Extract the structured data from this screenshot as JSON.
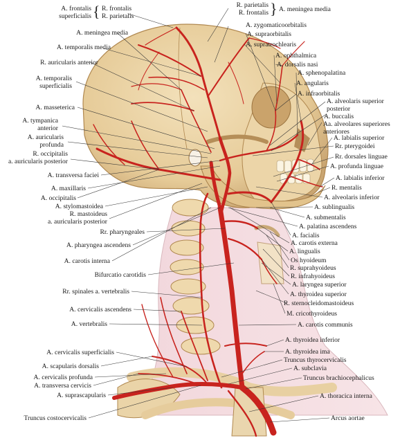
{
  "labels": {
    "a_frontalis": "A. frontalis",
    "superficialis": "superficialis",
    "r_frontalis": "R. frontalis",
    "r_parietalis": "R. parietalis",
    "mm_r_parietalis": "R. parietalis",
    "mm_r_frontalis": "R. frontalis",
    "a_meningea_media_top": "A. meningea media",
    "a_meningea_media": "A. meningea media",
    "a_zygomaticoorbitalis": "A. zygomaticoorbitalis",
    "a_temporalis_media": "A. temporalis media",
    "a_supraorbitalis": "A. supraorbitalis",
    "a_supratrochlearis": "A. supratrochlearis",
    "r_auricularis_anterior": "R. auricularis anterior",
    "a_ophthalmica": "A. ophthalmica",
    "a_dorsalis_nasi": "A. dorsalis nasi",
    "a_temporalis_superficialis_1": "A. temporalis",
    "a_temporalis_superficialis_2": "superficialis",
    "a_sphenopalatina": "A. sphenopalatina",
    "a_angularis": "A. angularis",
    "a_infraorbitalis": "A. infraorbitalis",
    "a_masseterica": "A. masseterica",
    "a_alveolaris_superior_posterior_1": "A. alveolaris superior",
    "a_alveolaris_superior_posterior_2": "posterior",
    "a_tympanica_anterior_1": "A. tympanica",
    "a_tympanica_anterior_2": "anterior",
    "a_buccalis": "A. buccalis",
    "aa_alveolares_superiores_anteriores_1": "Aa. alveolares superiores",
    "aa_alveolares_superiores_anteriores_2": "anteriores",
    "a_auricularis_profunda_1": "A. auricularis",
    "a_auricularis_profunda_2": "profunda",
    "a_labialis_superior": "A. labialis superior",
    "rr_pterygoidei": "Rr. pterygoidei",
    "r_occipitalis_1": "R. occipitalis",
    "r_occipitalis_2": "a. auricularis posterior",
    "rr_dorsales_linguae": "Rr. dorsales linguae",
    "a_profunda_linguae": "A. profunda linguae",
    "a_transversa_faciei": "A. transversa faciei",
    "a_labialis_inferior": "A. labialis inferior",
    "r_mentalis": "R. mentalis",
    "a_maxillaris": "A. maxillaris",
    "a_alveolaris_inferior": "A. alveolaris inferior",
    "a_occipitalis": "A. occipitalis",
    "a_sublingualis": "A. sublingualis",
    "a_stylomastoidea": "A. stylomastoidea",
    "r_mastoideus_1": "R. mastoideus",
    "r_mastoideus_2": "a. auricularis posterior",
    "a_submentalis": "A. submentalis",
    "a_palatina_ascendens": "A. palatina ascendens",
    "rr_pharyngeales": "Rr. pharyngeales",
    "a_facialis": "A. facialis",
    "a_pharyngea_ascendens": "A. pharyngea ascendens",
    "a_carotis_externa": "A. carotis externa",
    "a_lingualis": "A. lingualis",
    "a_carotis_interna": "A. carotis interna",
    "os_hyoideum": "Os hyoideum",
    "r_suprahyoideus": "R. suprahyoideus",
    "bifurcatio_carotidis": "Bifurcatio carotidis",
    "r_infrahyoideus": "R. infrahyoideus",
    "a_laryngea_superior": "A. laryngea superior",
    "rr_spinales": "Rr. spinales a. vertebralis",
    "a_thyroidea_superior": "A. thyroidea superior",
    "r_sternocleidomastoideus": "R. sternocleidomastoideus",
    "a_cervicalis_ascendens": "A. cervicalis ascendens",
    "m_cricothyroideus": "M. cricothyroideus",
    "a_vertebralis": "A. vertebralis",
    "a_carotis_communis": "A. carotis communis",
    "a_thyroidea_inferior": "A. thyroidea inferior",
    "a_cervicalis_superficialis": "A. cervicalis superficialis",
    "a_thyroidea_ima": "A. thyroidea ima",
    "truncus_thyrocervicalis": "Truncus thyrocervicalis",
    "a_scapularis_dorsalis": "A. scapularis dorsalis",
    "a_subclavia": "A. subclavia",
    "a_cervicalis_profunda": "A. cervicalis profunda",
    "truncus_brachiocephalicus": "Truncus brachiocephalicus",
    "a_transversa_cervicis": "A. transversa cervicis",
    "a_suprascapularis": "A. suprascapularis",
    "a_thoracica_interna": "A. thoracica interna",
    "truncus_costocervicalis": "Truncus costocervicalis",
    "arcus_aortae": "Arcus aortae"
  },
  "colors": {
    "artery": "#c8231e",
    "bone": "#e9d2a6",
    "bone_shade": "#c9a876",
    "skin": "#f4dadf",
    "leader": "#333333"
  }
}
